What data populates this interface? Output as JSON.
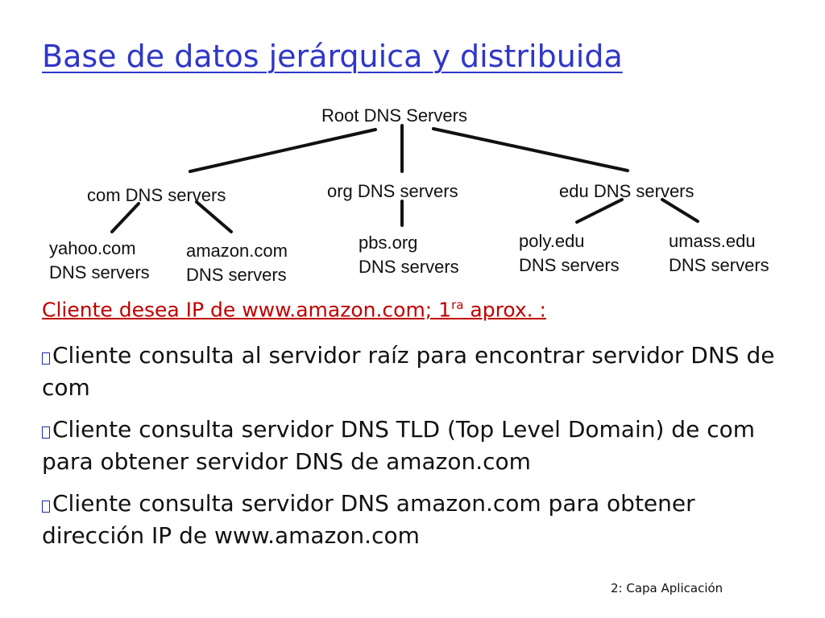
{
  "title": "Base de datos jerárquica y distribuida",
  "tree": {
    "root": "Root DNS Servers",
    "tlds": {
      "com": "com DNS servers",
      "org": "org DNS servers",
      "edu": "edu DNS servers"
    },
    "leaves": {
      "yahoo": [
        "yahoo.com",
        "DNS servers"
      ],
      "amazon": [
        "amazon.com",
        "DNS servers"
      ],
      "pbs": [
        "pbs.org",
        "DNS servers"
      ],
      "poly": [
        "poly.edu",
        "DNS servers"
      ],
      "umass": [
        "umass.edu",
        "DNS servers"
      ]
    }
  },
  "subtitle": {
    "text": "Cliente desea IP de www.amazon.com; 1",
    "sup": "ra",
    "tail": " aprox. :"
  },
  "bullets": [
    "Cliente consulta al servidor raíz para encontrar servidor DNS de com",
    "Cliente consulta servidor DNS TLD (Top Level Domain) de com para obtener servidor DNS de amazon.com",
    "Cliente consulta servidor DNS amazon.com para obtener dirección IP de www.amazon.com"
  ],
  "footer": "2: Capa Aplicación",
  "colors": {
    "title": "#2f36c9",
    "subtitle": "#c00000",
    "text": "#111111"
  }
}
